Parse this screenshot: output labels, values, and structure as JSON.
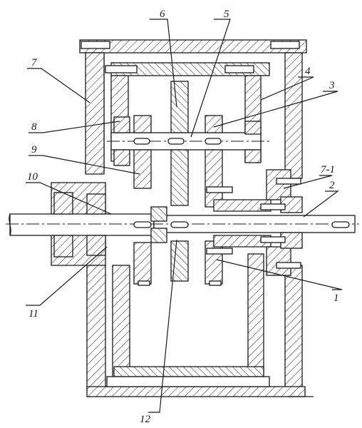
{
  "labels": {
    "l1": "1",
    "l2": "2",
    "l3": "3",
    "l4": "4",
    "l5": "5",
    "l6": "6",
    "l7": "7",
    "l7_1": "7-1",
    "l8": "8",
    "l9": "9",
    "l10": "10",
    "l11": "11",
    "l12": "12"
  }
}
